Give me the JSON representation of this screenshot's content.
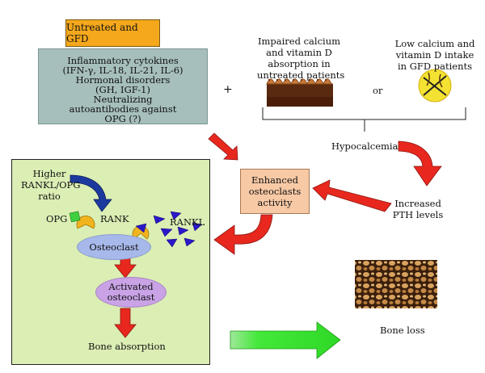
{
  "title": "Untreated and GFD",
  "cytokines_lines": [
    "Inflammatory cytokines",
    "(IFN-γ, IL-18, IL-21, IL-6)",
    "Hormonal disorders",
    "(GH, IGF-1)",
    "Neutralizing",
    "autoantibodies against",
    "OPG (?)"
  ],
  "calcium": {
    "impaired_lines": [
      "Impaired calcium",
      "and vitamin D",
      "absorption in",
      "untreated patients"
    ],
    "low_intake_lines": [
      "Low calcium and",
      "vitamin D intake",
      "in GFD patients"
    ],
    "plus": "+",
    "or": "or"
  },
  "hypocalcemia": "Hypocalcemia",
  "pth_lines": [
    "Increased",
    "PTH levels"
  ],
  "osteoclast_activity_lines": [
    "Enhanced",
    "osteoclasts",
    "activity"
  ],
  "panel": {
    "ratio_lines": [
      "Higher",
      "RANKL/OPG",
      "ratio"
    ],
    "opg": "OPG",
    "rank": "RANK",
    "rankl": "RANKL",
    "osteoclast": "Osteoclast",
    "activated_lines": [
      "Activated",
      "osteoclast"
    ],
    "bone_absorption": "Bone absorption"
  },
  "bone_loss": "Bone loss",
  "colors": {
    "title_fill": "#f5a81c",
    "cytokine_fill": "#a6bfbd",
    "panel_fill": "#dbeeb4",
    "osteo_box_fill": "#f7c9a5",
    "osteoclast_fill": "#a7b8ea",
    "activated_fill": "#c9a3e6",
    "red_arrow": "#e8281e",
    "green_arrow": "#44e83a",
    "blue_arrow": "#1c3a9e",
    "rank_receptor": "#f2b41e",
    "rankl_ligand": "#2a18c8",
    "opg_ligand": "#3fcf3f"
  }
}
